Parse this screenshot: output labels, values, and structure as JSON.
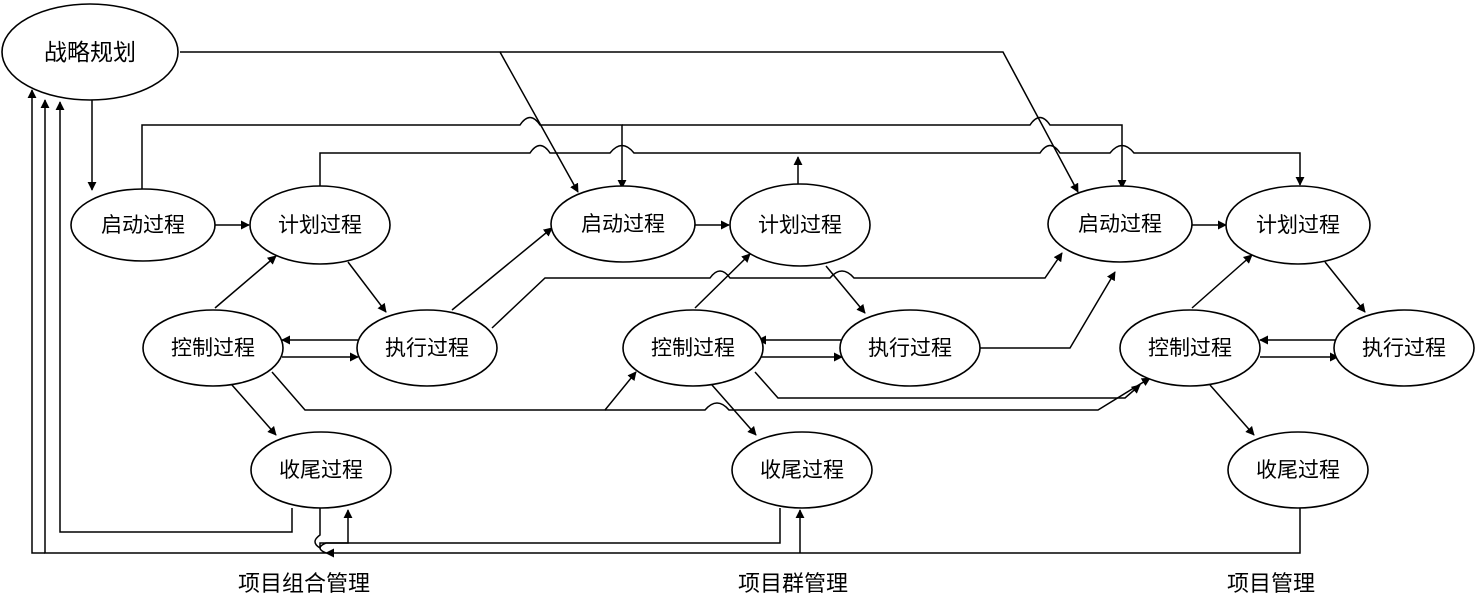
{
  "nodes": {
    "strategy": "战略规划",
    "portfolio": {
      "initiate": "启动过程",
      "plan": "计划过程",
      "control": "控制过程",
      "execute": "执行过程",
      "close": "收尾过程"
    },
    "program": {
      "initiate": "启动过程",
      "plan": "计划过程",
      "control": "控制过程",
      "execute": "执行过程",
      "close": "收尾过程"
    },
    "project": {
      "initiate": "启动过程",
      "plan": "计划过程",
      "control": "控制过程",
      "execute": "执行过程",
      "close": "收尾过程"
    }
  },
  "groups": {
    "portfolio": "项目组合管理",
    "program": "项目群管理",
    "project": "项目管理"
  }
}
